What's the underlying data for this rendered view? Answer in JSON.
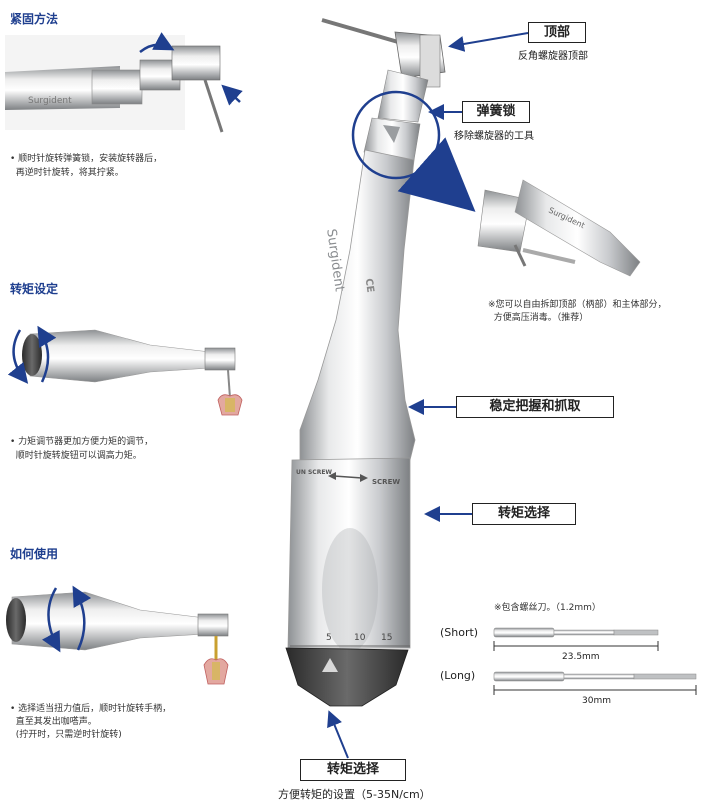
{
  "sections": {
    "fastening": {
      "title": "紧固方法",
      "note_line1": "• 顺时针旋转弹簧锁，安装旋转器后，",
      "note_line2": "  再逆时针旋转，将其拧紧。"
    },
    "torque": {
      "title": "转矩设定",
      "note_line1": "• 力矩调节器更加方便力矩的调节，",
      "note_line2": "  顺时针旋转旋钮可以调高力矩。"
    },
    "usage": {
      "title": "如何使用",
      "note_line1": "• 选择适当扭力值后，顺时针旋转手柄，",
      "note_line2": "  直至其发出咖嗒声。",
      "note_line3": "  (拧开时，只需逆时针旋转)"
    }
  },
  "callouts": {
    "head": {
      "label": "顶部",
      "sub": "反角螺旋器顶部"
    },
    "spring_lock": {
      "label": "弹簧锁",
      "sub": "移除螺旋器的工具"
    },
    "grip": {
      "label": "稳定把握和抓取"
    },
    "torque_select_side": {
      "label": "转矩选择"
    },
    "torque_select_bottom": {
      "label": "转矩选择",
      "sub": "方便转矩的设置（5-35N/cm）"
    }
  },
  "disassembly_note": {
    "line1": "※您可以自由拆卸顶部（柄部）和主体部分，",
    "line2": "  方便高压消毒。（推荐）"
  },
  "screw_note": "※包含螺丝刀。（1.2mm）",
  "drivers": [
    {
      "name": "(Short)",
      "length": "23.5mm"
    },
    {
      "name": "(Long)",
      "length": "30mm"
    }
  ],
  "handpiece": {
    "brand": "Surgident",
    "ce": "CE",
    "screw_label": "SCREW",
    "unscrew_label": "UN SCREW",
    "scale": [
      "5",
      "10",
      "15"
    ]
  },
  "colors": {
    "accent": "#1f3f8f",
    "metal": "#c9cbce"
  }
}
